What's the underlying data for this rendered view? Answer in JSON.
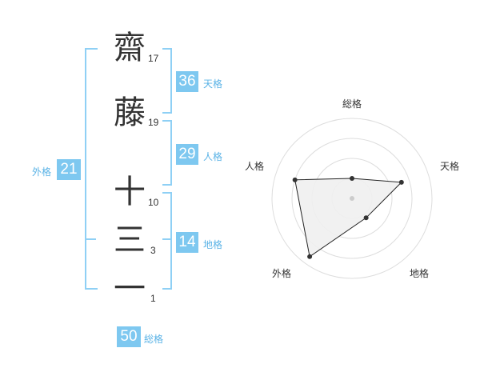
{
  "name_chars": [
    {
      "char": "齋",
      "strokes": "17"
    },
    {
      "char": "藤",
      "strokes": "19"
    },
    {
      "char": "十",
      "strokes": "10"
    },
    {
      "char": "三",
      "strokes": "3"
    },
    {
      "char": "一",
      "strokes": "1"
    }
  ],
  "fortunes": {
    "tenkaku": {
      "value": "36",
      "label": "天格"
    },
    "jinkaku": {
      "value": "29",
      "label": "人格"
    },
    "chikaku": {
      "value": "14",
      "label": "地格"
    },
    "gaikaku": {
      "value": "21",
      "label": "外格"
    },
    "soukaku": {
      "value": "50",
      "label": "総格"
    }
  },
  "colors": {
    "accent": "#7ec8f0",
    "bracket": "#8fd0f5",
    "text": "#333333"
  },
  "chart_data": {
    "type": "radar",
    "axes": [
      "総格",
      "天格",
      "地格",
      "外格",
      "人格"
    ],
    "values": [
      0.25,
      0.65,
      0.3,
      0.9,
      0.75
    ],
    "rings": 4,
    "grid": true
  }
}
